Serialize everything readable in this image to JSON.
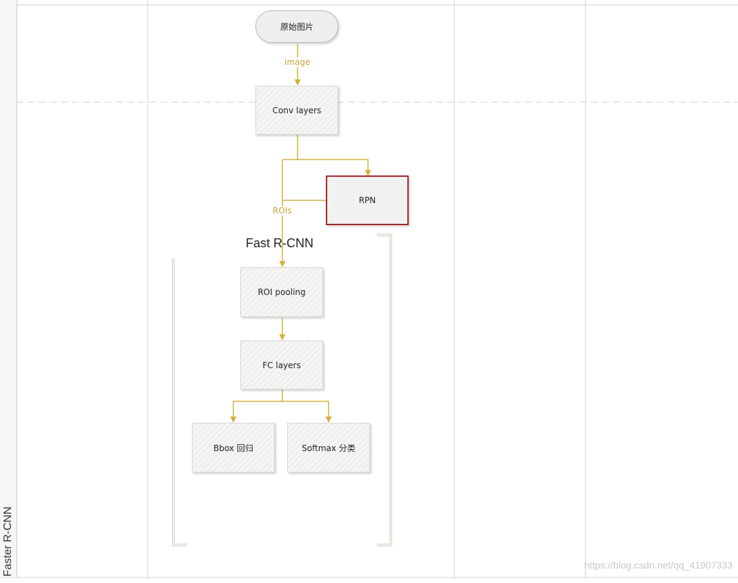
{
  "lane": {
    "title": "Faster R-CNN"
  },
  "nodes": {
    "start": "原始图片",
    "conv": "Conv layers",
    "rpn": "RPN",
    "roi_pooling": "ROI pooling",
    "fc": "FC layers",
    "bbox": "Bbox 回归",
    "softmax": "Softmax 分类"
  },
  "edge_labels": {
    "image": "image",
    "rois": "ROIs"
  },
  "group": {
    "title": "Fast R-CNN"
  },
  "watermark": "https://blog.csdn.net/qq_41907333",
  "colors": {
    "edge": "#d4b03c",
    "selected_border": "#a22a2a",
    "node_fill": "#efefed"
  }
}
